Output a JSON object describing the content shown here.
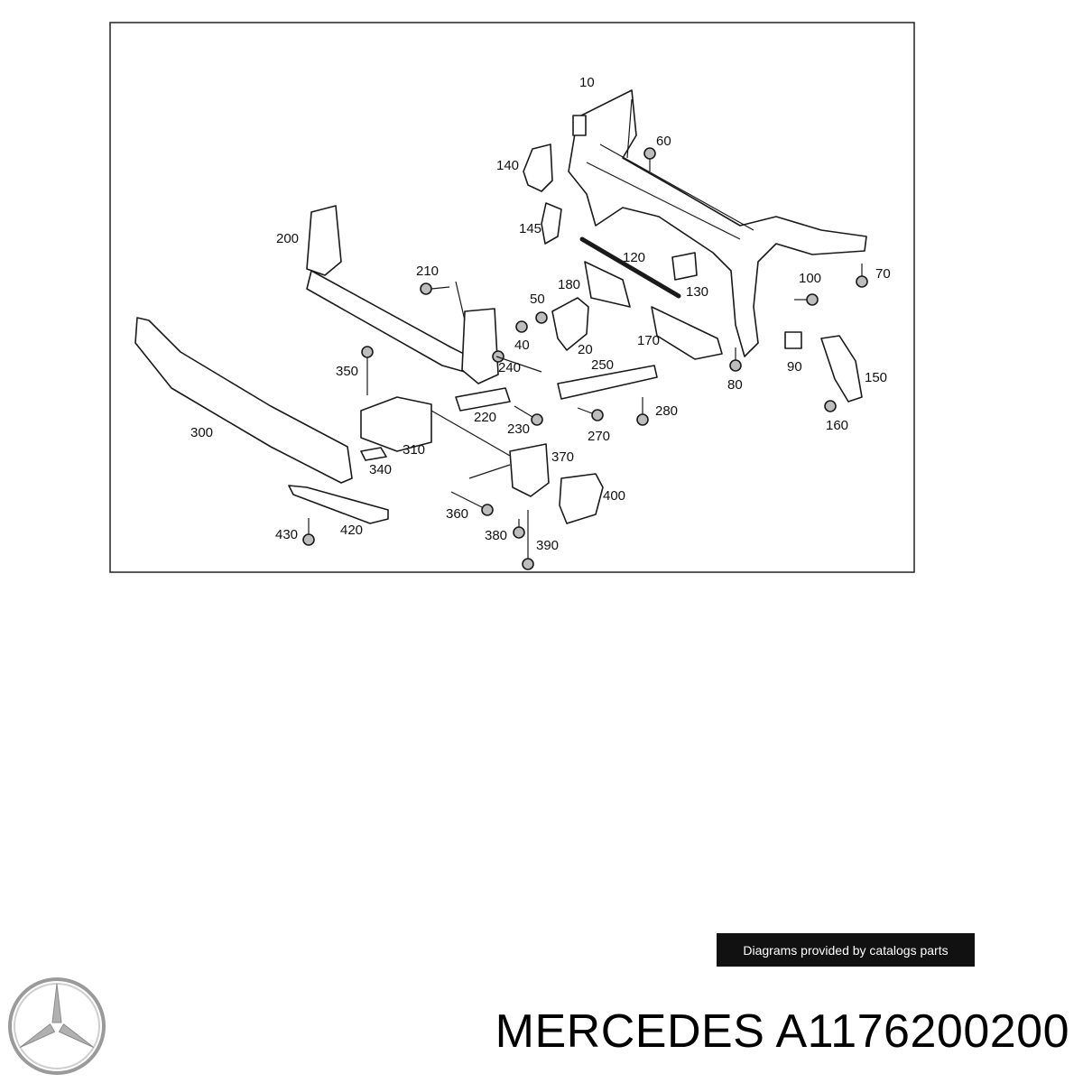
{
  "diagram": {
    "callouts": [
      "10",
      "60",
      "140",
      "145",
      "120",
      "130",
      "200",
      "210",
      "180",
      "50",
      "40",
      "20",
      "170",
      "100",
      "70",
      "90",
      "150",
      "160",
      "80",
      "350",
      "240",
      "250",
      "220",
      "230",
      "280",
      "270",
      "300",
      "310",
      "340",
      "370",
      "400",
      "360",
      "380",
      "390",
      "430",
      "420"
    ]
  },
  "credit": {
    "text": "Diagrams provided by catalogs parts"
  },
  "footer": {
    "brand": "MERCEDES",
    "part_number": "A1176200200"
  },
  "icons": {
    "logo": "mercedes-star-logo"
  }
}
